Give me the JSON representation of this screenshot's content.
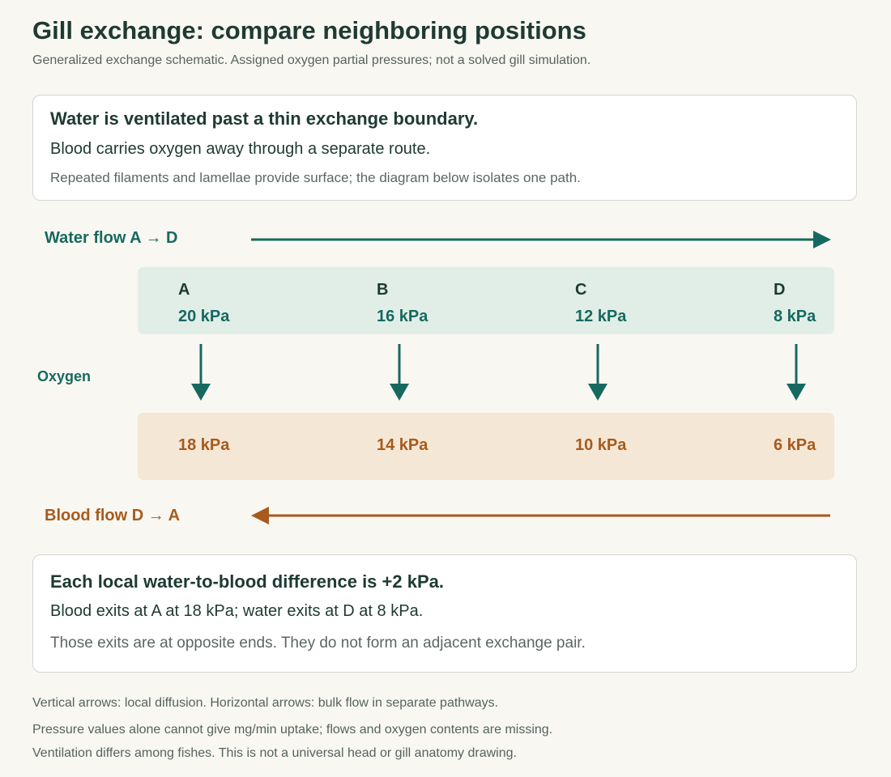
{
  "title": "Gill exchange: compare neighboring positions",
  "subtitle": "Generalized exchange schematic. Assigned oxygen partial pressures; not a solved gill simulation.",
  "top_card": {
    "head": "Water is ventilated past a thin exchange boundary.",
    "body": "Blood carries oxygen away through a separate route.",
    "note": "Repeated filaments and lamellae provide surface; the diagram below isolates one path."
  },
  "diagram": {
    "water_flow_label": "Water flow A → D",
    "blood_flow_label": "Blood flow D → A",
    "oxygen_label": "Oxygen",
    "positions": [
      {
        "label": "A",
        "water": "20 kPa",
        "blood": "18 kPa"
      },
      {
        "label": "B",
        "water": "16 kPa",
        "blood": "14 kPa"
      },
      {
        "label": "C",
        "water": "12 kPa",
        "blood": "10 kPa"
      },
      {
        "label": "D",
        "water": "8 kPa",
        "blood": "6 kPa"
      }
    ],
    "colors": {
      "water": "#17695f",
      "blood": "#a85a1c"
    }
  },
  "bottom_card": {
    "head": "Each local water-to-blood difference is +2 kPa.",
    "body": "Blood exits at A at 18 kPa; water exits at D at 8 kPa.",
    "note": "Those exits are at opposite ends. They do not form an adjacent exchange pair."
  },
  "footnotes": [
    "Vertical arrows: local diffusion. Horizontal arrows: bulk flow in separate pathways.",
    "Pressure values alone cannot give mg/min uptake; flows and oxygen contents are missing.",
    "Ventilation differs among fishes. This is not a universal head or gill anatomy drawing."
  ]
}
